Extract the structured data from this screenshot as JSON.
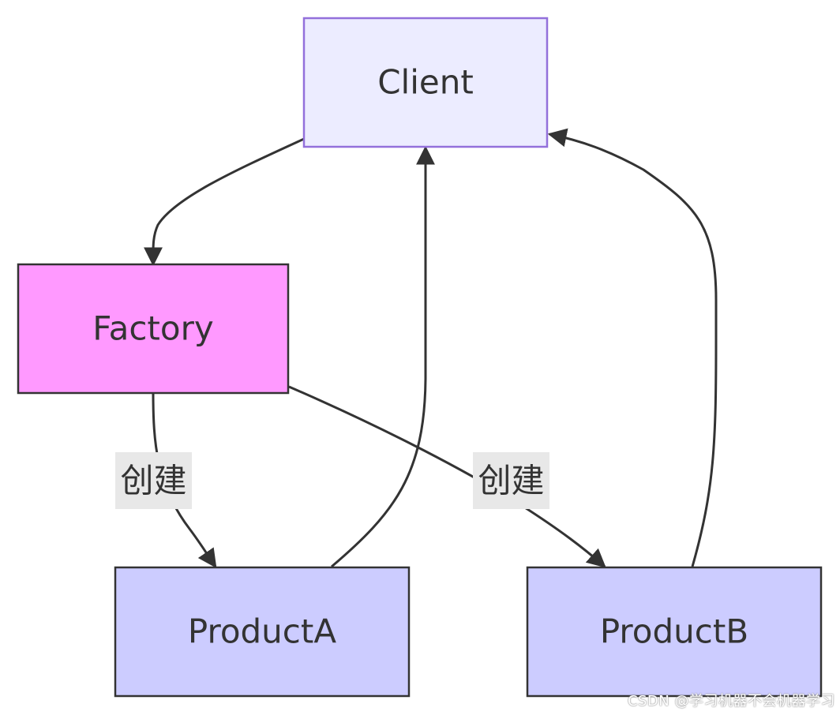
{
  "nodes": {
    "client": {
      "label": "Client",
      "fill": "#ECECFF",
      "stroke": "#9370DB"
    },
    "factory": {
      "label": "Factory",
      "fill": "#FF99FF",
      "stroke": "#333333"
    },
    "product_a": {
      "label": "ProductA",
      "fill": "#CCCCFF",
      "stroke": "#333333"
    },
    "product_b": {
      "label": "ProductB",
      "fill": "#CCCCFF",
      "stroke": "#333333"
    }
  },
  "edges": {
    "factory_to_product_a": {
      "label": "创建"
    },
    "factory_to_product_b": {
      "label": "创建"
    }
  },
  "colors": {
    "edge": "#333333",
    "edge_label_bg": "#E8E8E8",
    "text": "#333333"
  },
  "watermark": "CSDN @学习机器不会机器学习"
}
